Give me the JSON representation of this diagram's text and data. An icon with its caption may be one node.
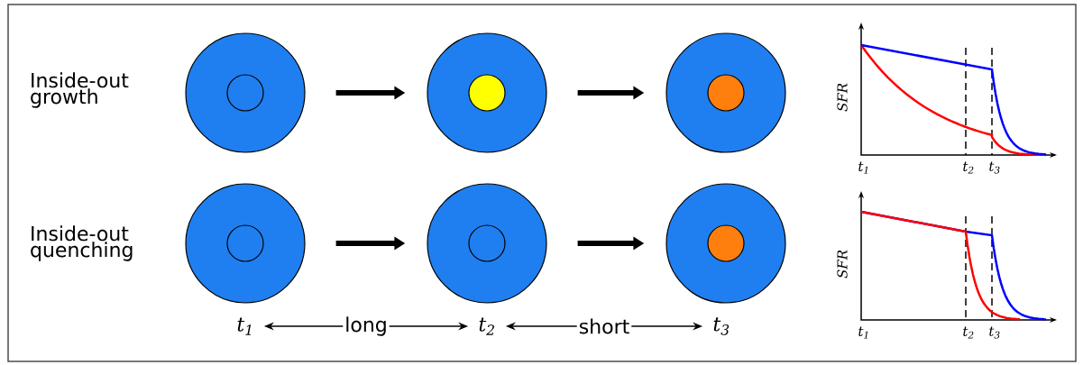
{
  "diagram": {
    "nodes": [
      {
        "text": [],
        "shape": "circle"
      },
      {
        "text": [],
        "shape": "circle",
        "in": 0
      },
      {
        "text": [],
        "shape": "circle"
      },
      {
        "text": [],
        "shape": "circle",
        "in": 2
      },
      {
        "text": [],
        "shape": "circle"
      },
      {
        "text": [],
        "shape": "circle",
        "in": 4
      },
      {
        "text": [],
        "shape": "circle"
      },
      {
        "text": [],
        "shape": "circle",
        "in": 6
      },
      {
        "text": [],
        "shape": "circle"
      },
      {
        "text": [],
        "shape": "circle",
        "in": 8
      },
      {
        "text": [],
        "shape": "circle"
      },
      {
        "text": [],
        "shape": "circle",
        "in": 10
      },
      {
        "text": [
          "t$_{1}$"
        ]
      },
      {
        "text": [
          "t$_{2}$"
        ]
      },
      {
        "text": [
          "t$_{3}$"
        ]
      }
    ],
    "edges": [
      {
        "from": 0,
        "to": 2,
        "arrow": "to"
      },
      {
        "from": 2,
        "to": 4,
        "arrow": "to"
      },
      {
        "from": 6,
        "to": 8,
        "arrow": "to"
      },
      {
        "from": 8,
        "to": 10,
        "arrow": "to"
      },
      {
        "from": 12,
        "to": 13,
        "arrow": "both",
        "label": "long"
      },
      {
        "from": 13,
        "to": 14,
        "arrow": "both",
        "label": "short"
      }
    ],
    "labels": [
      "Inside-out growth",
      "SFR",
      "t$_{1}$",
      "t$_{2}$",
      "t$_{3}$",
      "Inside-out quenching",
      "SFR",
      "t$_{1}$",
      "t$_{2}$",
      "t$_{3}$"
    ]
  }
}
